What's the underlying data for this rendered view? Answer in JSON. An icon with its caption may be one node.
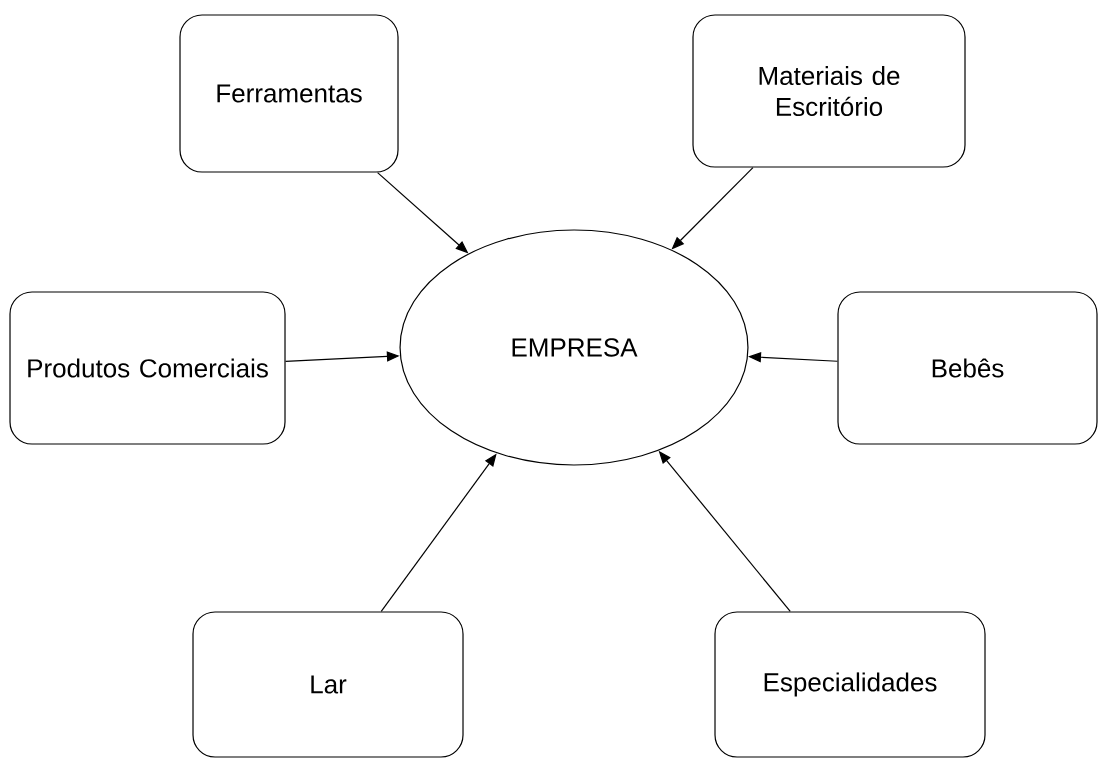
{
  "diagram": {
    "nodes": [
      {
        "text": [
          "Ferramentas"
        ]
      },
      {
        "text": [
          "Materiais de Escritório"
        ]
      },
      {
        "text": [
          "Produtos Comerciais"
        ]
      },
      {
        "text": [
          "EMPRESA"
        ]
      },
      {
        "text": [
          "Bebês"
        ]
      },
      {
        "text": [
          "Lar"
        ]
      },
      {
        "text": [
          "Especialidades"
        ]
      }
    ],
    "edges": [
      {
        "from": 0,
        "to": 3,
        "arrow": "to"
      },
      {
        "from": 1,
        "to": 3,
        "arrow": "to"
      },
      {
        "from": 2,
        "to": 3,
        "arrow": "to"
      },
      {
        "from": 4,
        "to": 3,
        "arrow": "to"
      },
      {
        "from": 5,
        "to": 3,
        "arrow": "to"
      },
      {
        "from": 6,
        "to": 3,
        "arrow": "to"
      }
    ]
  }
}
